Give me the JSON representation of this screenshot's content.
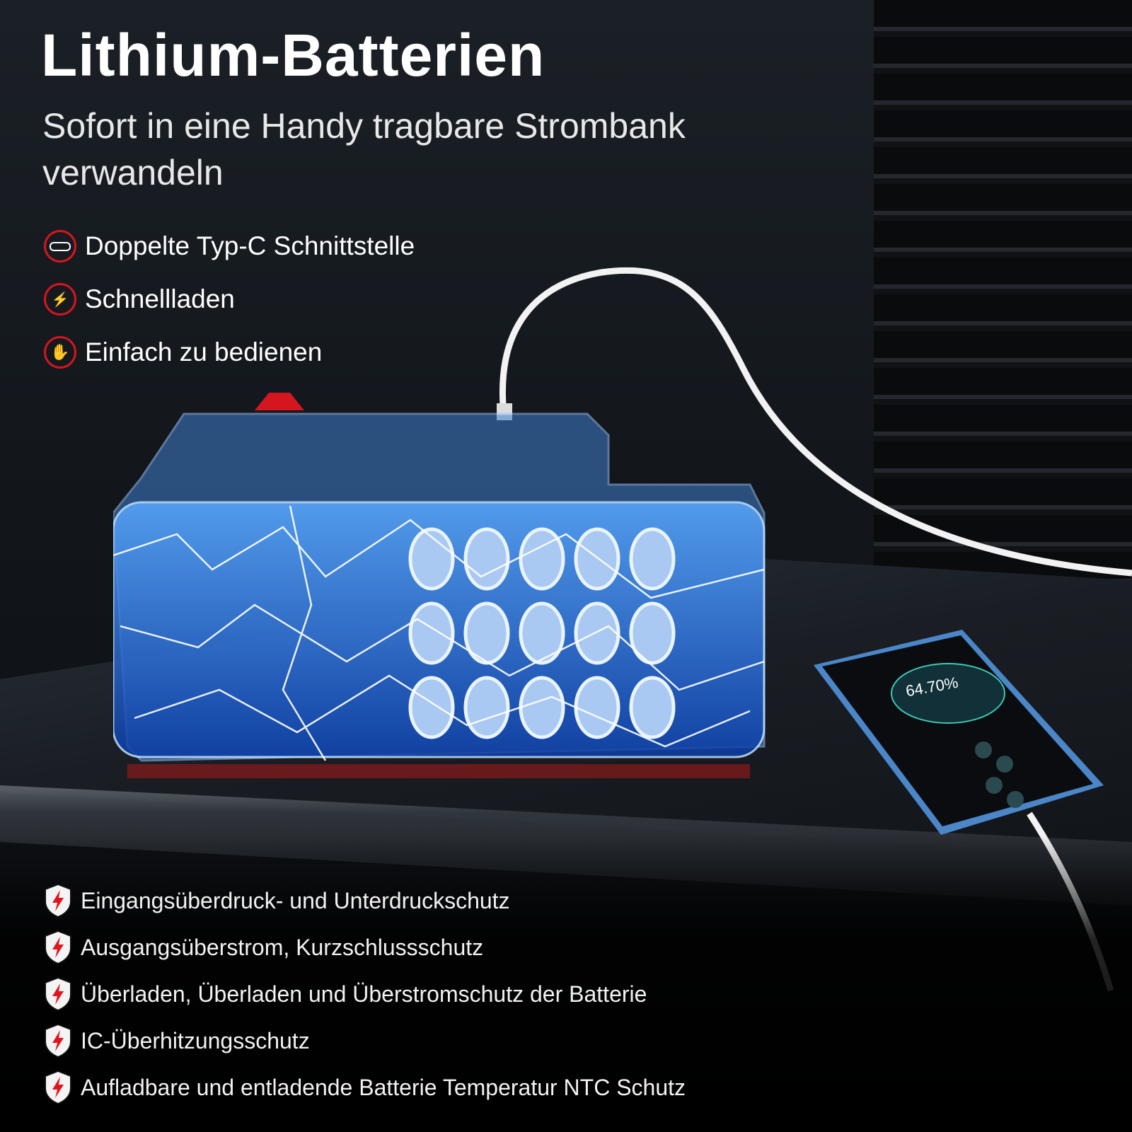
{
  "title": "Lithium-Batterien",
  "subtitle": "Sofort in eine Handy tragbare Strombank verwandeln",
  "features": [
    {
      "icon": "usb-c-port-icon",
      "label": "Doppelte Typ-C Schnittstelle"
    },
    {
      "icon": "fast-charge-icon",
      "label": "Schnellladen"
    },
    {
      "icon": "hand-touch-icon",
      "label": "Einfach zu bedienen"
    }
  ],
  "protections": [
    {
      "icon": "shield-lightning-icon",
      "label": "Eingangsüberdruck- und Unterdruckschutz"
    },
    {
      "icon": "shield-lightning-icon",
      "label": "Ausgangsüberstrom, Kurzschlussschutz"
    },
    {
      "icon": "shield-lightning-icon",
      "label": "Überladen, Überladen und Überstromschutz der Batterie"
    },
    {
      "icon": "shield-lightning-icon",
      "label": "IC-Überhitzungsschutz"
    },
    {
      "icon": "shield-lightning-icon",
      "label": "Aufladbare und entladende Batterie Temperatur NTC Schutz"
    }
  ],
  "phone": {
    "charge_percent": "64.70%",
    "charge_value": 64.7
  },
  "colors": {
    "accent": "#d4161f",
    "battery_blue": "#2f7cff",
    "background": "#0d1014"
  }
}
